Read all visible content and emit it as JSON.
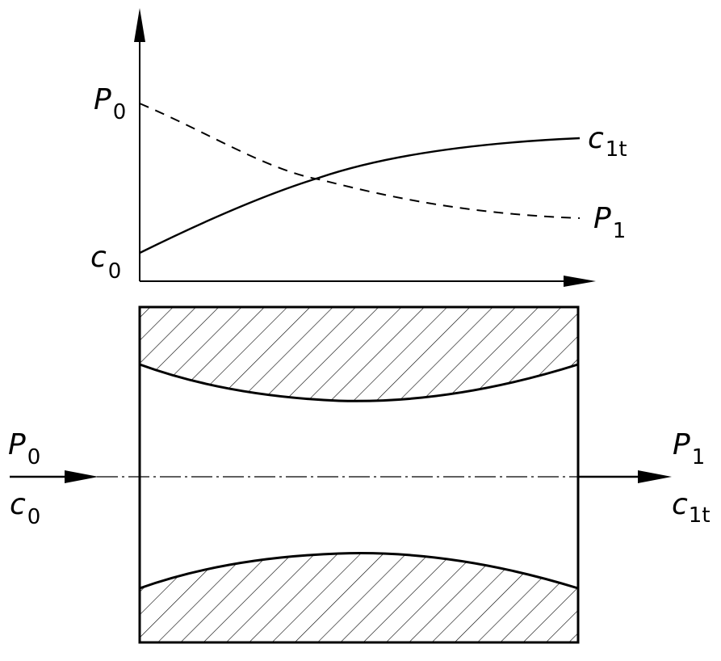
{
  "colors": {
    "ink": "#000000",
    "background": "#ffffff"
  },
  "graph": {
    "p0_label": {
      "main": "P",
      "sub": "0"
    },
    "c0_label": {
      "main": "c",
      "sub": "0"
    },
    "c1t_label": {
      "main": "c",
      "sub": "1t"
    },
    "p1_label": {
      "main": "P",
      "sub": "1"
    }
  },
  "nozzle": {
    "inlet_p_label": {
      "main": "P",
      "sub": "0"
    },
    "inlet_c_label": {
      "main": "c",
      "sub": "0"
    },
    "outlet_p_label": {
      "main": "P",
      "sub": "1"
    },
    "outlet_c_label": {
      "main": "c",
      "sub": "1t"
    }
  }
}
